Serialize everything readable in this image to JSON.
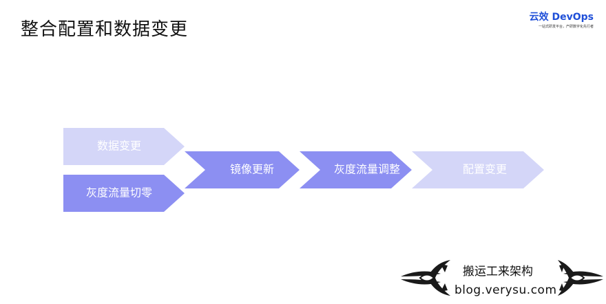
{
  "header": {
    "title": "整合配置和数据变更",
    "brand": "云效 DevOps",
    "brand_tagline": "一站式研发平台，产研数字化先行者"
  },
  "flow": {
    "steps": [
      {
        "label": "数据变更",
        "color": "#d4d6f8"
      },
      {
        "label": "灰度流量切零",
        "color": "#8c8ff2"
      },
      {
        "label": "镜像更新",
        "color": "#8c8ff2"
      },
      {
        "label": "灰度流量调整",
        "color": "#8c8ff2"
      },
      {
        "label": "配置变更",
        "color": "#d4d6f8"
      }
    ]
  },
  "watermark": {
    "title": "搬运工来架构",
    "url": "blog.verysu.com"
  }
}
